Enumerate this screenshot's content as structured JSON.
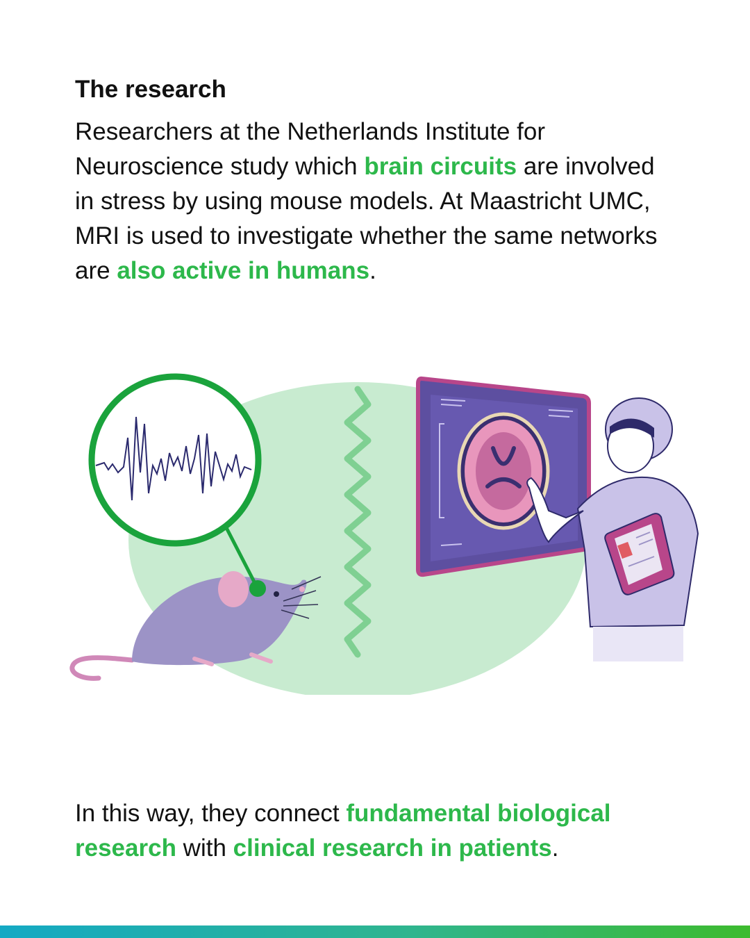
{
  "heading": "The research",
  "paragraph1": {
    "t1": "Researchers at the Netherlands Institute for Neuroscience study which ",
    "h1": "brain circuits",
    "t2": " are involved in stress by using mouse models. At Maastricht UMC, MRI is used to investigate whether the same networks are ",
    "h2": "also active in humans",
    "t3": "."
  },
  "paragraph2": {
    "t1": "In this way, they connect ",
    "h1": "fundamental biological research",
    "t2": " with ",
    "h2": "clinical research in patients",
    "t3": "."
  },
  "colors": {
    "accent_green": "#2db84b",
    "text": "#111111",
    "bar_gradient_start": "#14a9c4",
    "bar_gradient_end": "#3dbb2e"
  },
  "illustration": {
    "icons": [
      "eeg-signal-icon",
      "mouse-icon",
      "mri-brain-scan-icon",
      "doctor-icon",
      "tablet-icon"
    ]
  }
}
